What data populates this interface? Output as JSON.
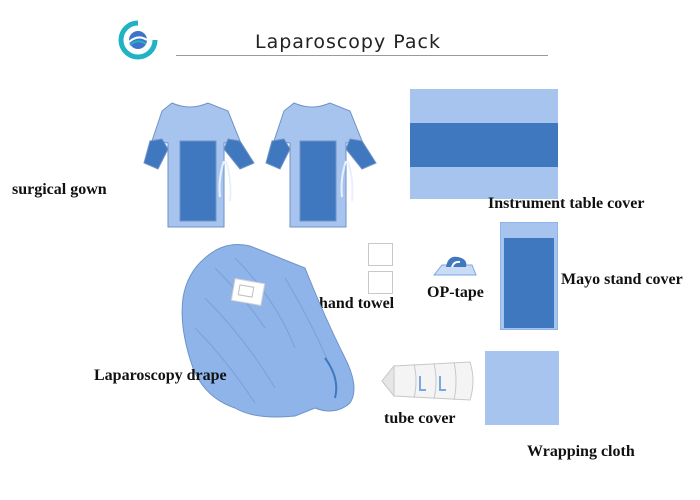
{
  "title": "Laparoscopy  Pack",
  "labels": {
    "surgical_gown": "surgical gown",
    "instrument_table_cover": "Instrument table cover",
    "mayo_stand_cover": "Mayo stand cover",
    "op_tape": "OP-tape",
    "hand_towel": "hand towel",
    "laparoscopy_drape": "Laparoscopy drape",
    "tube_cover": "tube cover",
    "wrapping_cloth": "Wrapping cloth"
  },
  "colors": {
    "light_blue": "#a7c4ee",
    "mid_blue": "#7aa6e4",
    "dark_blue": "#3f78bf",
    "outline": "#6f93c6"
  },
  "icons": [
    "logo-icon",
    "gown-icon",
    "drape-icon",
    "towel-icon",
    "tape-icon",
    "tube-cover-icon"
  ]
}
